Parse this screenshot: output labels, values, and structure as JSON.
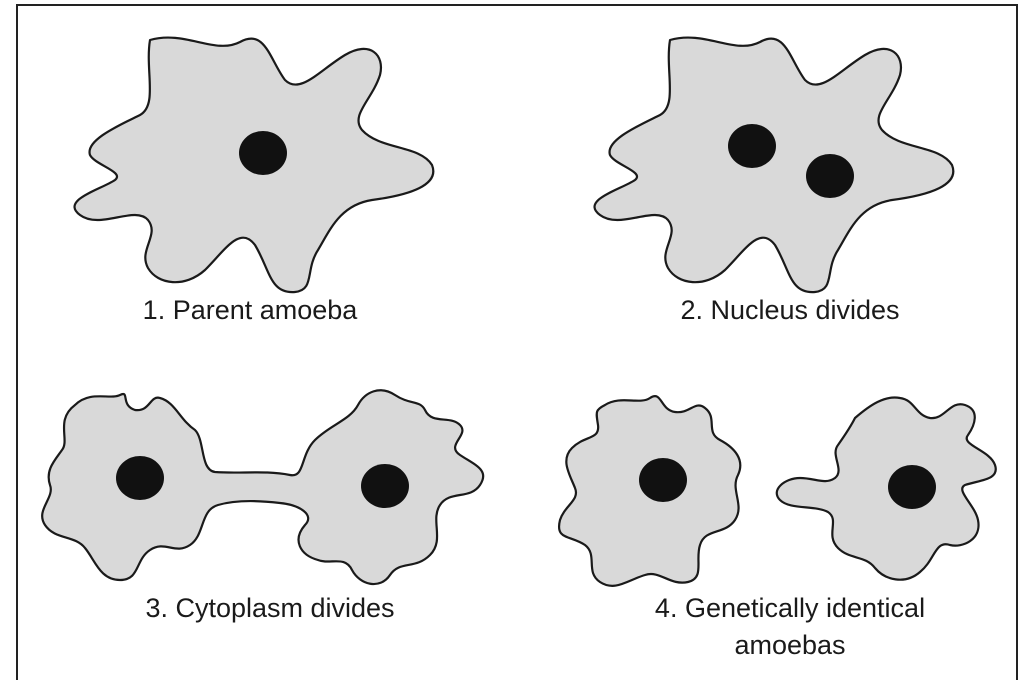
{
  "stages": [
    {
      "caption": "1. Parent amoeba"
    },
    {
      "caption": "2. Nucleus divides"
    },
    {
      "caption": "3. Cytoplasm divides"
    },
    {
      "caption": "4. Genetically identical",
      "caption_line2": "amoebas"
    }
  ],
  "colors": {
    "cytoplasm": "#d9d9d9",
    "outline": "#1a1a1a",
    "nucleus": "#111111"
  }
}
